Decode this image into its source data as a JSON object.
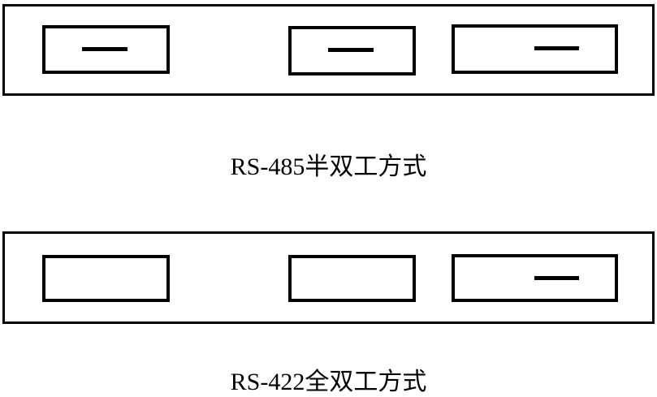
{
  "diagram": {
    "title_visible": false,
    "stroke_color": "#000000",
    "background_color": "#ffffff",
    "panels": [
      {
        "id": "rs485-panel",
        "caption": "RS-485半双工方式",
        "nodes": [
          {
            "id": "rs485-node-1",
            "mark": "—",
            "has_mark": true
          },
          {
            "id": "rs485-node-2",
            "mark": "—",
            "has_mark": true
          },
          {
            "id": "rs485-node-3",
            "mark": "—",
            "has_mark": true
          }
        ]
      },
      {
        "id": "rs422-panel",
        "caption": "RS-422全双工方式",
        "nodes": [
          {
            "id": "rs422-node-1",
            "mark": "",
            "has_mark": false
          },
          {
            "id": "rs422-node-2",
            "mark": "",
            "has_mark": false
          },
          {
            "id": "rs422-node-3",
            "mark": "—",
            "has_mark": true
          }
        ]
      }
    ]
  }
}
